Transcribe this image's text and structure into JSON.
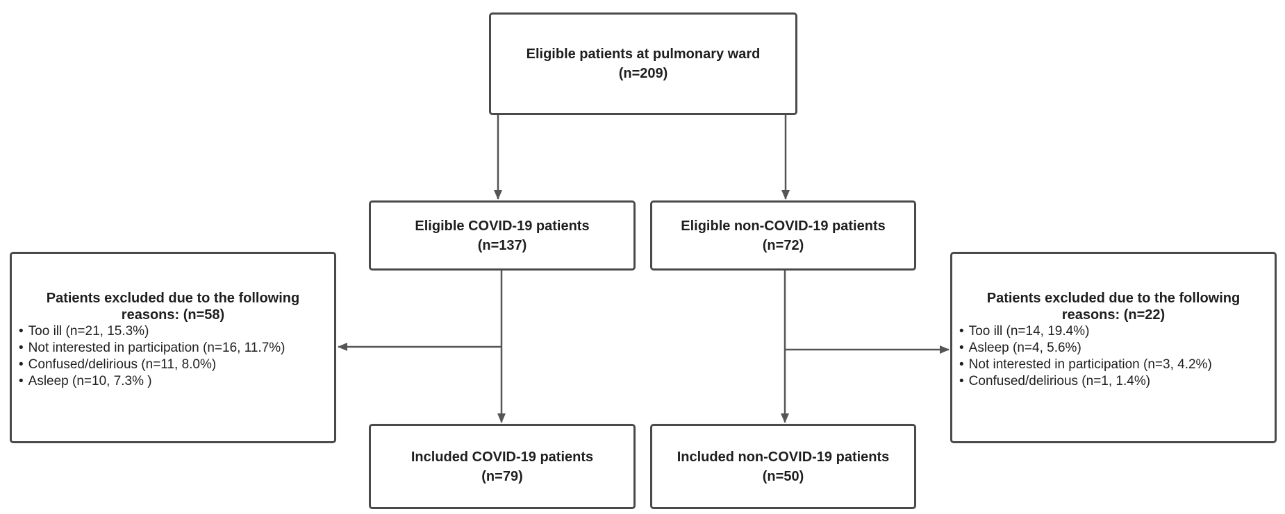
{
  "top": {
    "title": "Eligible patients at pulmonary ward",
    "count": "(n=209)"
  },
  "covid": {
    "title": "Eligible COVID-19 patients",
    "count": "(n=137)"
  },
  "noncovid": {
    "title": "Eligible non-COVID-19 patients",
    "count": "(n=72)"
  },
  "included_covid": {
    "title": "Included COVID-19 patients",
    "count": "(n=79)"
  },
  "included_noncovid": {
    "title": "Included non-COVID-19 patients",
    "count": "(n=50)"
  },
  "excluded_covid": {
    "title": "Patients excluded due to the following reasons: (n=58)",
    "items": [
      "Too ill (n=21, 15.3%)",
      "Not interested in participation (n=16, 11.7%)",
      "Confused/delirious (n=11, 8.0%)",
      "Asleep (n=10, 7.3% )"
    ]
  },
  "excluded_noncovid": {
    "title": "Patients excluded due to the following reasons: (n=22)",
    "items": [
      "Too ill (n=14, 19.4%)",
      "Asleep (n=4, 5.6%)",
      "Not interested in participation (n=3, 4.2%)",
      "Confused/delirious (n=1, 1.4%)"
    ]
  },
  "colors": {
    "line": "#555555",
    "border": "#4a4a4a",
    "text": "#1e1e1e"
  }
}
